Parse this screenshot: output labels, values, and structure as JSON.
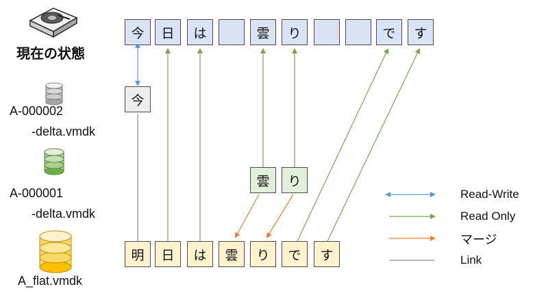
{
  "layers": {
    "current": {
      "label": "現在の状態",
      "cells": [
        "今",
        "日",
        "は",
        "",
        "雲",
        "り",
        "",
        "",
        "で",
        "す"
      ]
    },
    "delta2": {
      "label_line1": "A-000002",
      "label_line2": "-delta.vmdk",
      "cells": [
        "今"
      ]
    },
    "delta1": {
      "label_line1": "A-000001",
      "label_line2": "-delta.vmdk",
      "cells": [
        "雲",
        "り"
      ]
    },
    "base": {
      "label": "A_flat.vmdk",
      "cells": [
        "明",
        "日",
        "は",
        "雲",
        "り",
        "で",
        "す"
      ]
    }
  },
  "legend": {
    "read_write": "Read-Write",
    "read_only": "Read Only",
    "merge": "マージ",
    "link": "Link"
  },
  "colors": {
    "read_write": "#5b9bd5",
    "read_only": "#70ad47",
    "merge": "#ed7d31",
    "link": "#8c8c8c",
    "current_fill": "#dae3f3",
    "delta2_fill": "#ededed",
    "delta1_fill": "#e2efda",
    "base_fill": "#fff2cc"
  },
  "icons": {
    "current": "hard-disk-icon",
    "delta2": "gray-database-icon",
    "delta1": "green-database-icon",
    "base": "gold-database-icon"
  }
}
